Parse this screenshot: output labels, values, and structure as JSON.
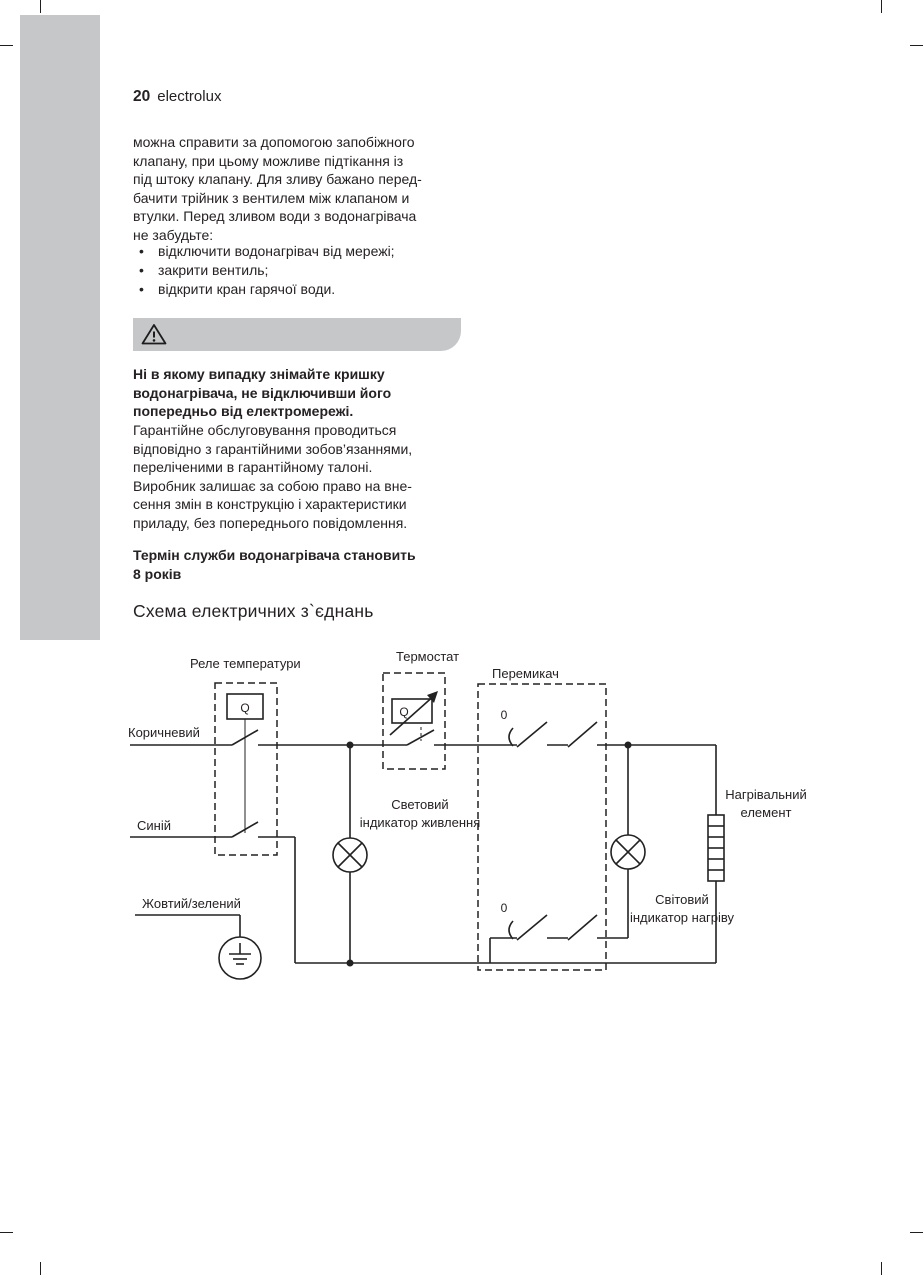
{
  "page": {
    "number": "20",
    "brand": "electrolux"
  },
  "colors": {
    "band_gray": "#c6c7c8",
    "ink": "#262223"
  },
  "body": {
    "para1": {
      "lines": [
        "можна справити за допомогою запобіжного",
        "клапану, при цьому можливе підтікання із",
        "під штоку клапану. Для зливу бажано перед-",
        "бачити трійник з вентилем між клапаном и",
        "втулки. Перед зливом води з водонагрівача",
        "не забудьте:"
      ]
    },
    "bullets": [
      "відключити водонагрівач від мережі;",
      "закрити вентиль;",
      "відкрити кран гарячої води."
    ],
    "warning": {
      "lines": [
        "Ні в якому випадку знімайте кришку",
        "водонагрівача, не відключивши його",
        "попередньо від електромережі."
      ]
    },
    "warranty": {
      "lines": [
        "Гарантійне обслуговування проводиться",
        "відповідно з гарантійними зобов’язаннями,",
        "переліченими в гарантійному талоні.",
        "Виробник залишає за собою право на вне-",
        "сення змін в конструкцію і характеристики",
        "приладу, без попереднього повідомлення."
      ]
    },
    "service_life": {
      "lines": [
        "Термін служби водонагрівача становить",
        "8 років"
      ]
    },
    "section_heading": "Схема електричних з`єднань"
  },
  "diagram": {
    "q": "Q",
    "zero": "0",
    "labels": {
      "relay": "Реле температури",
      "thermostat": "Термостат",
      "switch": "Перемикач",
      "brown": "Коричневий",
      "blue": "Синій",
      "yellow_green": "Жовтий/зелений",
      "power_lamp_1": "Световий",
      "power_lamp_2": "індикатор живлення",
      "heater_1": "Нагрівальний",
      "heater_2": "елемент",
      "heat_lamp_1": "Світовий",
      "heat_lamp_2": "індикатор нагріву"
    }
  }
}
